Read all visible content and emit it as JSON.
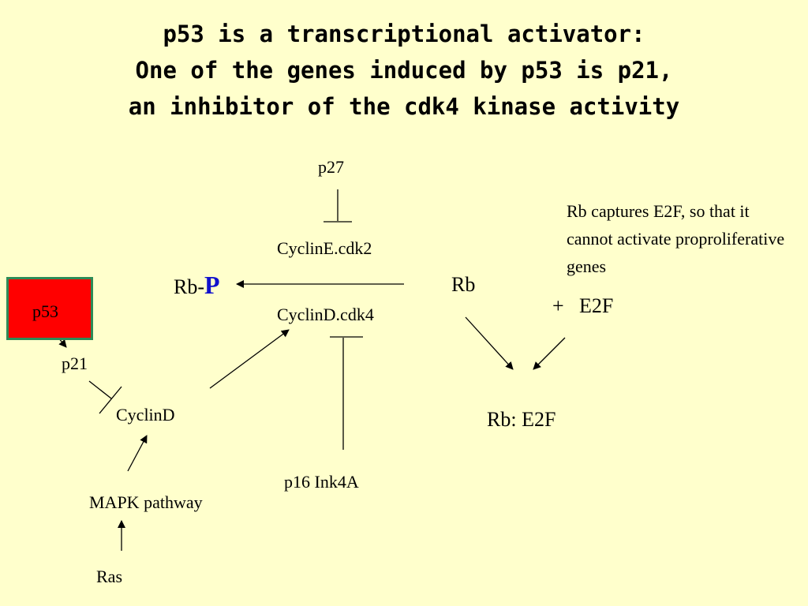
{
  "title": {
    "line1": "p53 is a transcriptional activator:",
    "line2": "One of the genes induced by p53 is p21,",
    "line3": "an inhibitor of the cdk4 kinase activity"
  },
  "nodes": {
    "p27": "p27",
    "cyclinE_cdk2": "CyclinE.cdk2",
    "cyclinD_cdk4": "CyclinD.cdk4",
    "rbp_prefix": "Rb-",
    "rbp_p": "P",
    "rb": "Rb",
    "plus": "+",
    "e2f": "E2F",
    "rb_e2f": "Rb: E2F",
    "p53": "p53",
    "p21": "p21",
    "cyclinD": "CyclinD",
    "mapk": "MAPK pathway",
    "ras": "Ras",
    "p16": "p16 Ink4A"
  },
  "note": "Rb captures E2F, so that it cannot activate proproliferative genes",
  "colors": {
    "background": "#ffffcc",
    "p53_box_fill": "#ff0000",
    "p53_box_border": "#2e8b57",
    "phospho_P": "#1111cc"
  }
}
